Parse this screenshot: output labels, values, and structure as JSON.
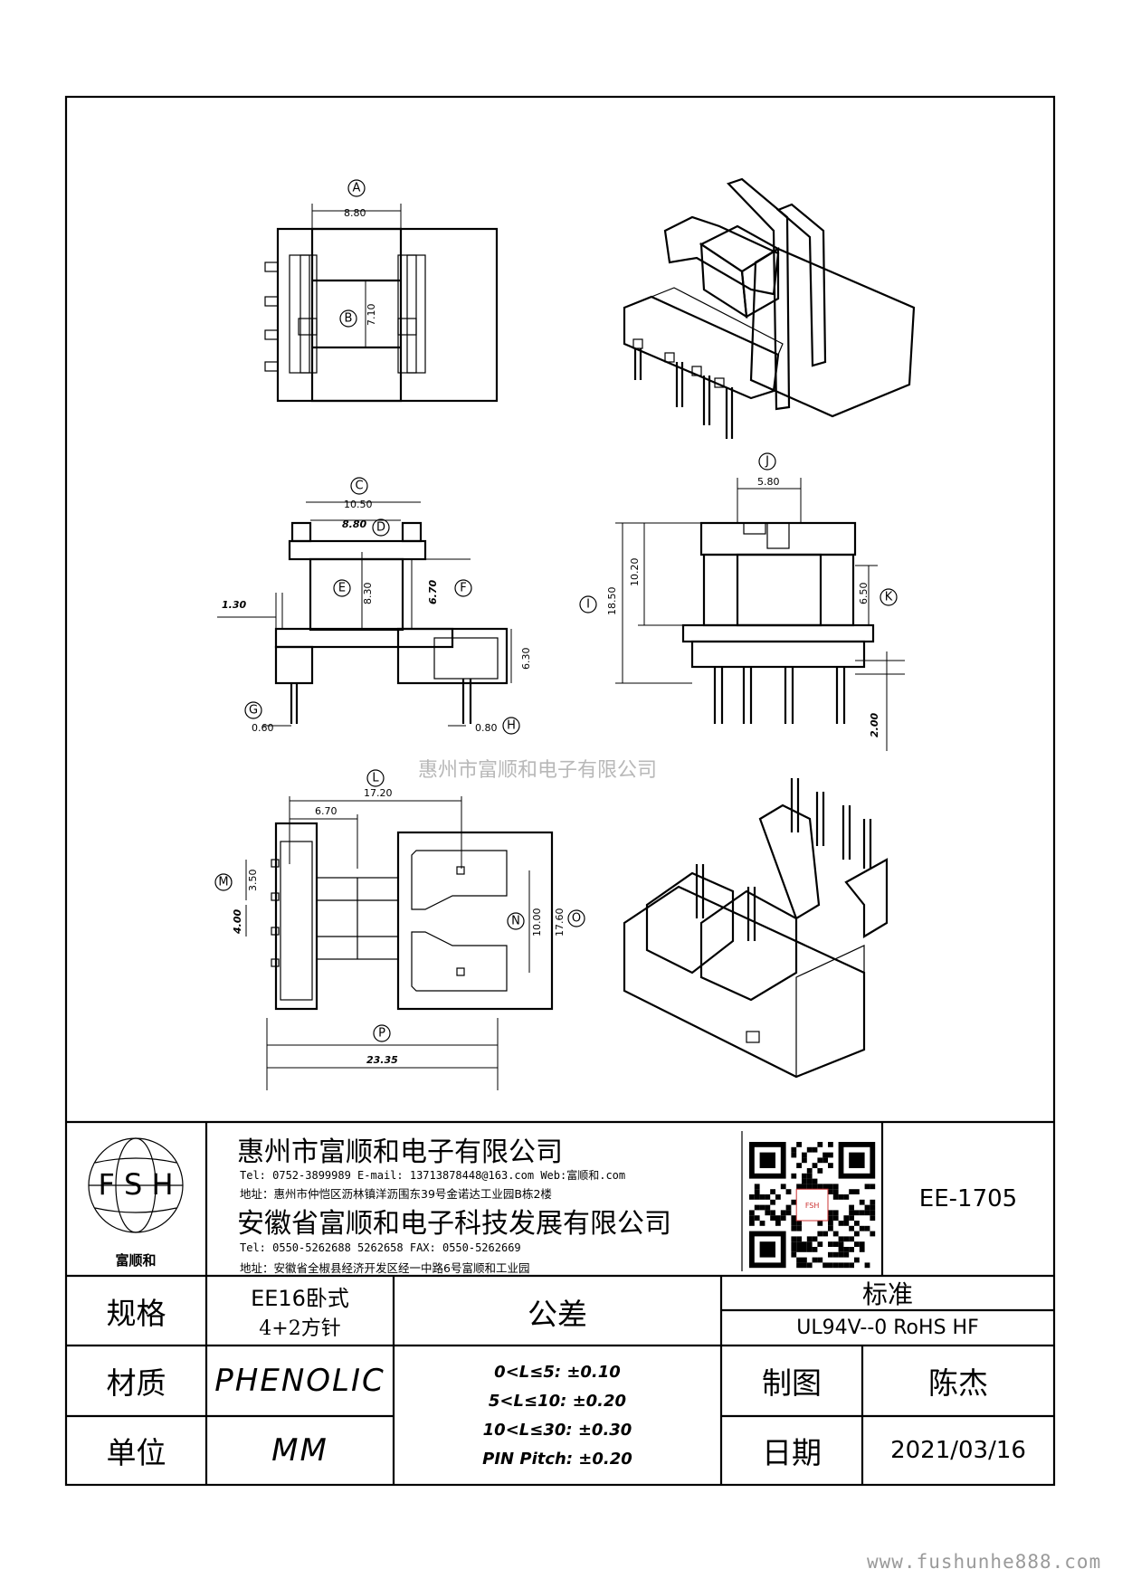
{
  "watermark": "惠州市富顺和电子有限公司",
  "website": "www.fushunhe888.com",
  "dimensions": {
    "A": "8.80",
    "B": "7.10",
    "C": "10.50",
    "D": "8.80",
    "E": "8.30",
    "F": "6.70",
    "G": "0.60",
    "H": "0.80",
    "I": "18.50",
    "J": "5.80",
    "K": "6.50",
    "L": "17.20",
    "L2": "6.70",
    "M": "3.50",
    "M2": "4.00",
    "N": "10.00",
    "O": "17.60",
    "P": "23.35",
    "d130": "1.30",
    "d630": "6.30",
    "d1020": "10.20",
    "d200": "2.00"
  },
  "labels": [
    "A",
    "B",
    "C",
    "D",
    "E",
    "F",
    "G",
    "H",
    "I",
    "J",
    "K",
    "L",
    "M",
    "N",
    "O",
    "P"
  ],
  "logo": {
    "letters": "F S H",
    "caption": "富顺和"
  },
  "company1": {
    "name": "惠州市富顺和电子有限公司",
    "info": "Tel:  0752-3899989  E-mail: 13713878448@163.com  Web:富顺和.com",
    "address": "地址：惠州市仲恺区沥林镇洋沥围东39号金诺达工业园B栋2楼"
  },
  "company2": {
    "name": "安徽省富顺和电子科技发展有限公司",
    "info": "Tel:  0550-5262688  5262658    FAX: 0550-5262669",
    "address": "地址：安徽省全椒县经济开发区经一中路6号富顺和工业园"
  },
  "qr_badge": "FSH",
  "part_no": "EE-1705",
  "spec": {
    "label": "规格",
    "value1": "EE16卧式",
    "value2": "4+2方针"
  },
  "tolerance": {
    "label": "公差",
    "lines": [
      "0<L≤5: ±0.10",
      "5<L≤10: ±0.20",
      "10<L≤30: ±0.30",
      "PIN Pitch: ±0.20"
    ]
  },
  "standard": {
    "label": "标准",
    "value": "UL94V--0  RoHS HF"
  },
  "material": {
    "label": "材质",
    "value": "PHENOLIC"
  },
  "drawn_by": {
    "label": "制图",
    "value": "陈杰"
  },
  "unit": {
    "label": "单位",
    "value": "MM"
  },
  "date": {
    "label": "日期",
    "value": "2021/03/16"
  }
}
